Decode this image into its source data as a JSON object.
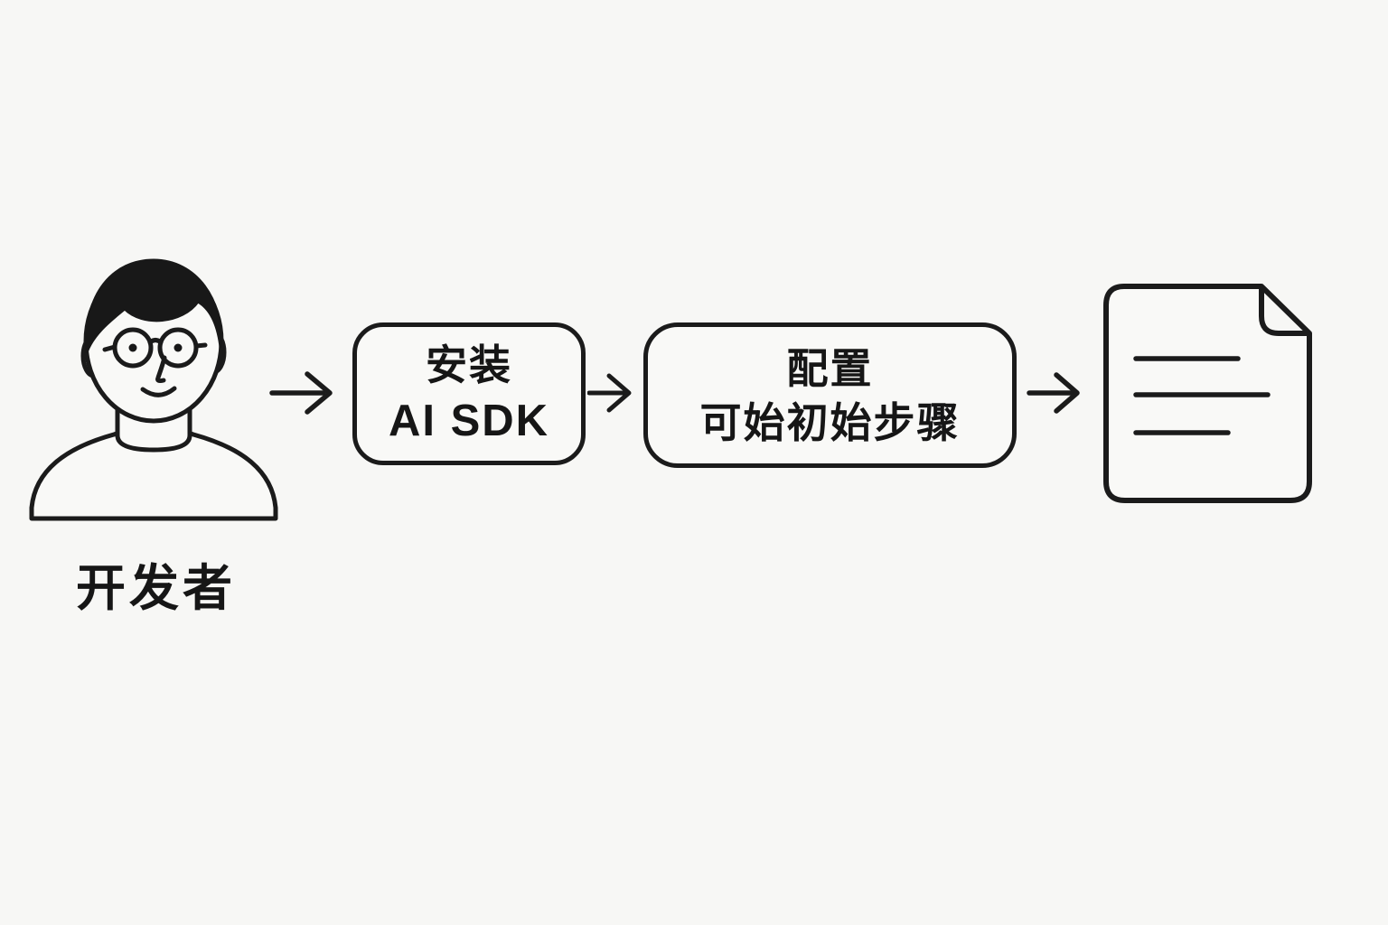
{
  "canvas": {
    "background": "#f7f7f5",
    "ink": "#1b1b1b",
    "shape_fill": "#f9f9f7",
    "hair_fill": "#181818"
  },
  "flow": {
    "actor": {
      "label": "开发者",
      "icon": "developer-avatar-icon"
    },
    "steps": [
      {
        "line1": "安装",
        "line2": "AI SDK"
      },
      {
        "line1": "配置",
        "line2": "可始初始步骤"
      }
    ],
    "output": {
      "icon": "document-icon"
    },
    "connector": "right-arrow"
  }
}
